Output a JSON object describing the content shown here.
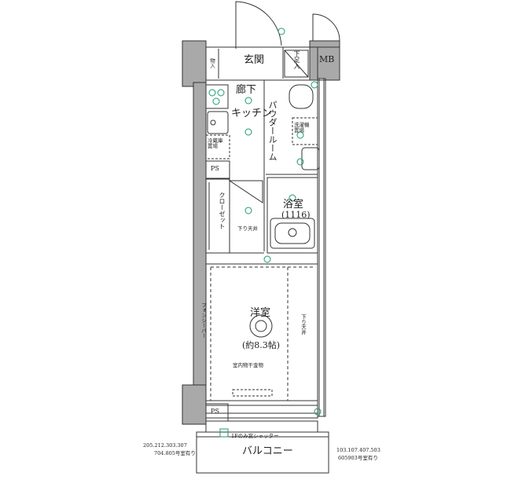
{
  "rooms": {
    "genkan": "玄関",
    "shoes": "下足入",
    "mb": "MB",
    "storage": "物入",
    "hallway": "廊下",
    "kitchen": "キッチン",
    "powder_room": "パウダールーム",
    "laundry": "洗濯機\n置場",
    "fridge": "冷蔵庫\n置場",
    "ps_top": "PS",
    "ps_bottom": "PS",
    "closet": "クローゼット",
    "lowered_ceiling_1": "下り天井",
    "bath": "浴室",
    "bath_size": "(1116)",
    "western_room": "洋室",
    "western_room_size": "(約8.3帖)",
    "lowered_ceiling_2": "下り天井",
    "indoor_dryer": "室内物干金物",
    "wall_label": "フォンシーバー",
    "shutter_note": "1Fのみ窓シャッター",
    "balcony": "バルコニー",
    "left_note_1": "205.212.303.307",
    "left_note_2": "704.805号室有り",
    "right_note_1": "103.107.407.503",
    "right_note_2": "605903号室有り"
  },
  "colors": {
    "wall": "#a9a9a9",
    "line": "#333333",
    "fixture": "#1a9c6a"
  }
}
